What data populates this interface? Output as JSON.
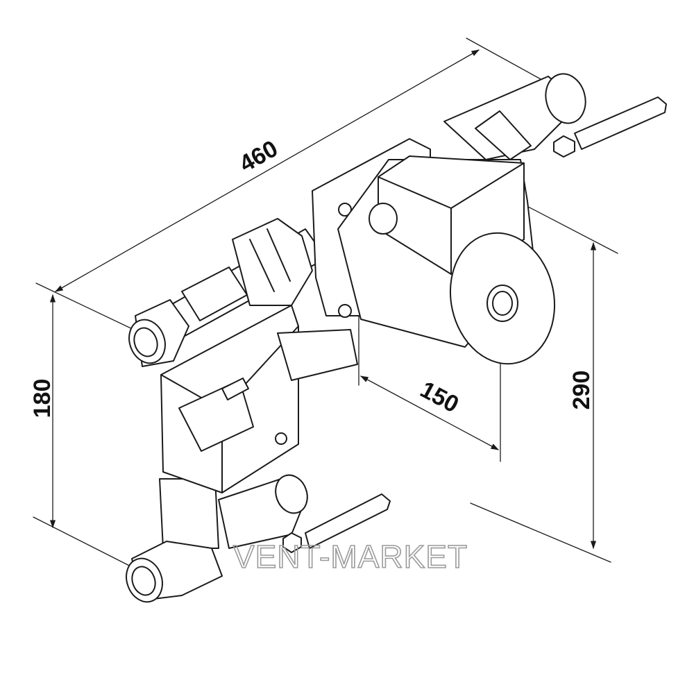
{
  "dimensions": {
    "length": "460",
    "height_left": "180",
    "height_right": "290",
    "depth": "150"
  },
  "watermark": "VENT-MARKET",
  "colors": {
    "line": "#1a1a1a",
    "watermark": "#9a9a9a",
    "background": "#ffffff"
  }
}
